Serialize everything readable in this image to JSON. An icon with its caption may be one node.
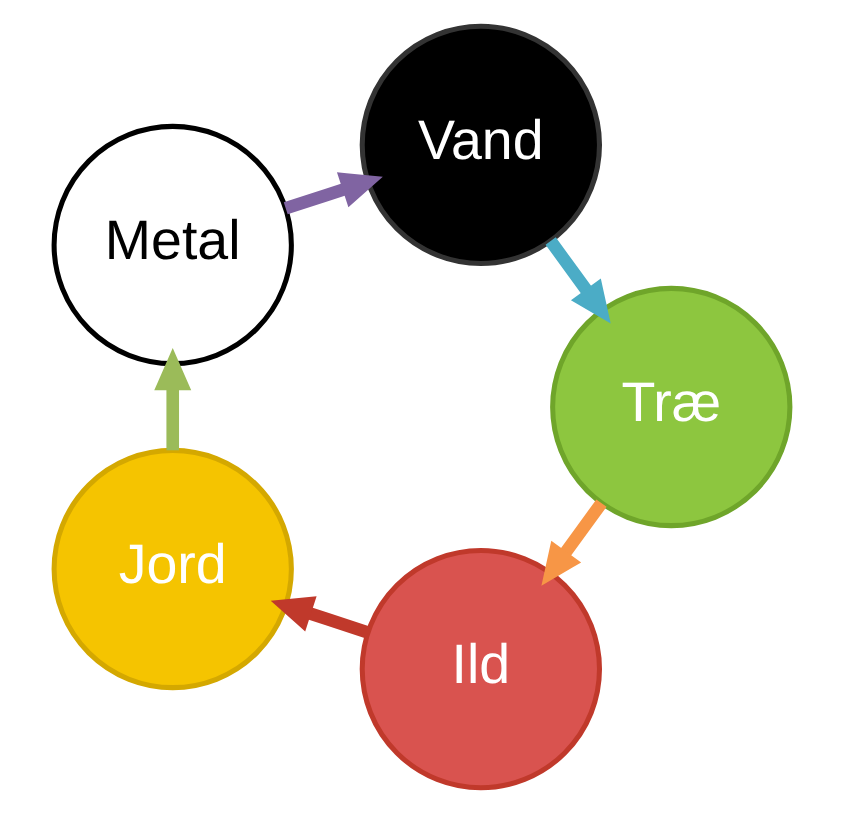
{
  "diagram": {
    "nodes": [
      {
        "text": [
          "Ild"
        ]
      },
      {
        "text": [
          "Jord"
        ]
      },
      {
        "text": [
          "Metal"
        ]
      },
      {
        "text": [
          "Vand"
        ]
      },
      {
        "text": [
          "Træ"
        ]
      }
    ],
    "edges": [
      {
        "from": 0,
        "to": 1,
        "arrow": "to",
        "color": "#c0392b"
      },
      {
        "from": 1,
        "to": 2,
        "arrow": "to",
        "color": "#9bbb59"
      },
      {
        "from": 2,
        "to": 3,
        "arrow": "to",
        "color": "#8064a2"
      },
      {
        "from": 3,
        "to": 4,
        "arrow": "to",
        "color": "#4bacc6"
      },
      {
        "from": 4,
        "to": 0,
        "arrow": "to",
        "color": "#f79646"
      }
    ]
  }
}
